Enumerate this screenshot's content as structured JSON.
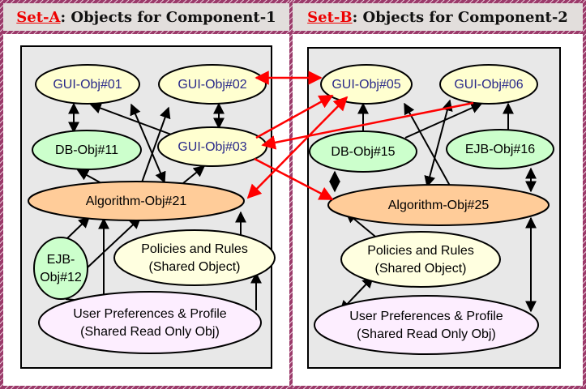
{
  "panels": [
    {
      "set_label": "Set-A",
      "title_rest": ": Objects for Component-1"
    },
    {
      "set_label": "Set-B",
      "title_rest": ": Objects for Component-2"
    }
  ],
  "colors": {
    "gui": "#ffffd0",
    "gui_text": "#2a2a8a",
    "db": "#ccffcc",
    "algorithm": "#ffcc99",
    "policies": "#ffffe0",
    "user_prefs": "#fdeeff",
    "inner_bg": "#e8e8e8",
    "cross_edge": "#ff0000",
    "edge": "#000000"
  },
  "nodes": [
    {
      "id": "gui01",
      "kind": "gui",
      "lines": [
        "GUI-Obj#01"
      ]
    },
    {
      "id": "gui02",
      "kind": "gui",
      "lines": [
        "GUI-Obj#02"
      ]
    },
    {
      "id": "gui03",
      "kind": "gui",
      "lines": [
        "GUI-Obj#03"
      ]
    },
    {
      "id": "db11",
      "kind": "db",
      "lines": [
        "DB-Obj#11"
      ]
    },
    {
      "id": "alg21",
      "kind": "algorithm",
      "lines": [
        "Algorithm-Obj#21"
      ]
    },
    {
      "id": "ejb12",
      "kind": "db",
      "lines": [
        "EJB-",
        "Obj#12"
      ]
    },
    {
      "id": "pol1",
      "kind": "policies",
      "lines": [
        "Policies and Rules",
        "(Shared Object)"
      ]
    },
    {
      "id": "usr1",
      "kind": "user_prefs",
      "lines": [
        "User Preferences & Profile",
        "(Shared Read Only Obj)"
      ]
    },
    {
      "id": "gui05",
      "kind": "gui",
      "lines": [
        "GUI-Obj#05"
      ]
    },
    {
      "id": "gui06",
      "kind": "gui",
      "lines": [
        "GUI-Obj#06"
      ]
    },
    {
      "id": "db15",
      "kind": "db",
      "lines": [
        "DB-Obj#15"
      ]
    },
    {
      "id": "ejb16",
      "kind": "db",
      "lines": [
        "EJB-Obj#16"
      ]
    },
    {
      "id": "alg25",
      "kind": "algorithm",
      "lines": [
        "Algorithm-Obj#25"
      ]
    },
    {
      "id": "pol2",
      "kind": "policies",
      "lines": [
        "Policies and Rules",
        "(Shared Object)"
      ]
    },
    {
      "id": "usr2",
      "kind": "user_prefs",
      "lines": [
        "User Preferences & Profile",
        "(Shared Read Only Obj)"
      ]
    }
  ],
  "edges": [
    {
      "from": "gui01",
      "to": "db11",
      "type": "both"
    },
    {
      "from": "gui02",
      "to": "gui03",
      "type": "both"
    },
    {
      "from": "gui03",
      "to": "gui01",
      "type": "forward"
    },
    {
      "from": "gui01",
      "to": "alg21",
      "type": "both"
    },
    {
      "from": "alg21",
      "to": "gui02",
      "type": "forward"
    },
    {
      "from": "alg21",
      "to": "db11",
      "type": "forward"
    },
    {
      "from": "alg21",
      "to": "gui03",
      "type": "forward"
    },
    {
      "from": "ejb12",
      "to": "alg21",
      "type": "forward"
    },
    {
      "from": "ejb12",
      "to": "alg21",
      "type": "forward"
    },
    {
      "from": "ejb12",
      "to": "usr1",
      "type": "forward"
    },
    {
      "from": "usr1",
      "to": "alg21",
      "type": "forward"
    },
    {
      "from": "pol1",
      "to": "alg21",
      "type": "forward"
    },
    {
      "from": "usr1",
      "to": "pol1",
      "type": "forward"
    },
    {
      "from": "db15",
      "to": "gui05",
      "type": "forward"
    },
    {
      "from": "db15",
      "to": "gui06",
      "type": "forward"
    },
    {
      "from": "ejb16",
      "to": "gui06",
      "type": "forward"
    },
    {
      "from": "alg25",
      "to": "gui05",
      "type": "forward"
    },
    {
      "from": "gui06",
      "to": "alg25",
      "type": "both"
    },
    {
      "from": "db15",
      "to": "alg25",
      "type": "both"
    },
    {
      "from": "ejb16",
      "to": "alg25",
      "type": "both"
    },
    {
      "from": "pol2",
      "to": "alg25",
      "type": "forward"
    },
    {
      "from": "alg25",
      "to": "usr2",
      "type": "both"
    },
    {
      "from": "pol2",
      "to": "usr2",
      "type": "both"
    },
    {
      "from": "gui02",
      "to": "gui05",
      "type": "both",
      "cross": true
    },
    {
      "from": "gui03",
      "to": "gui05",
      "type": "forward",
      "cross": true
    },
    {
      "from": "gui06",
      "to": "gui03",
      "type": "forward",
      "cross": true
    },
    {
      "from": "gui03",
      "to": "alg25",
      "type": "forward",
      "cross": true
    },
    {
      "from": "gui05",
      "to": "alg21",
      "type": "both",
      "cross": true
    }
  ]
}
